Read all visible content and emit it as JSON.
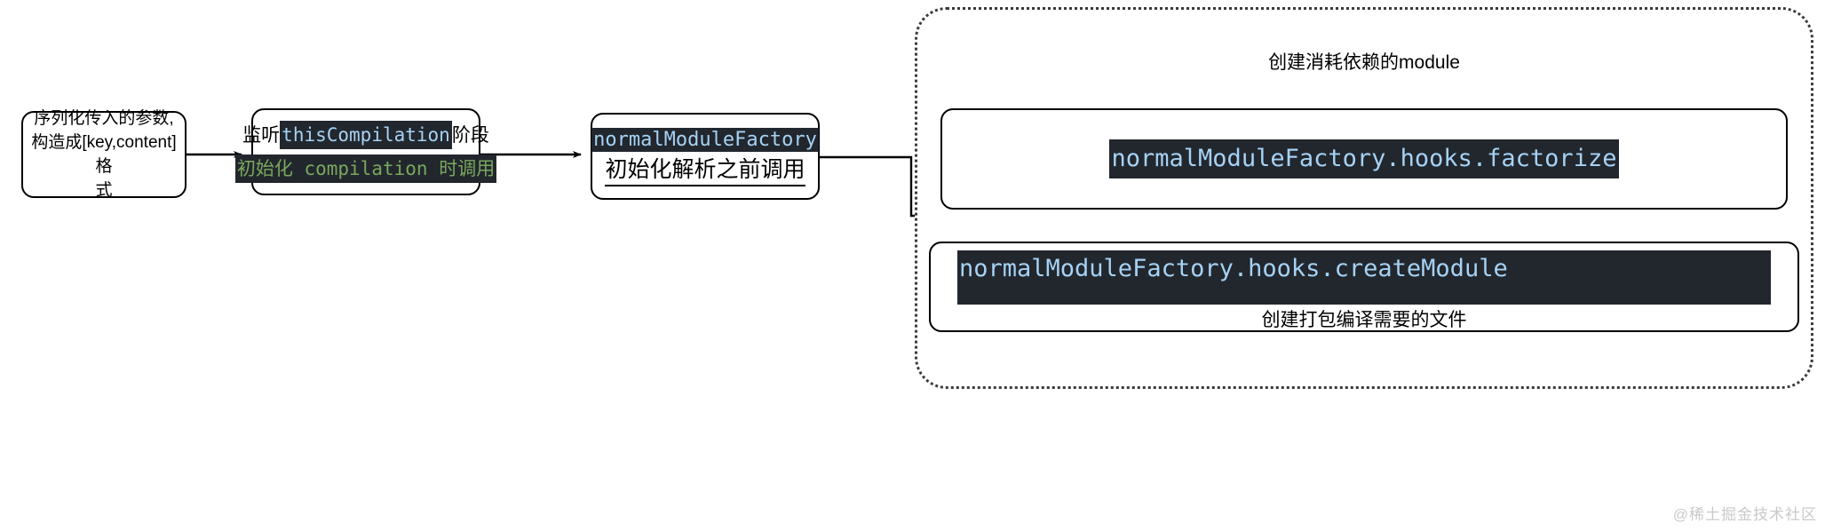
{
  "diagram": {
    "watermark": "@稀土掘金技术社区",
    "colors": {
      "background": "#ffffff",
      "stroke": "#000000",
      "code_background": "#22272e",
      "code_text": "#a6d2f4",
      "code_text_green": "#7aa85c",
      "group_border": "#3a3a3a",
      "watermark_text": "#c9c9c9"
    }
  },
  "nodes": {
    "serialize": {
      "text": "序列化传入的参数,\n构造成[key,content]格\n式"
    },
    "this_compilation": {
      "prefix_cn": "监听",
      "code": "thisCompilation",
      "suffix_cn": "阶段",
      "subtitle_code": "初始化 compilation 时调用"
    },
    "normal_module_factory": {
      "code": "normalModuleFactory",
      "caption": "初始化解析之前调用"
    },
    "factorize": {
      "code": "normalModuleFactory.hooks.factorize"
    },
    "create_module": {
      "code": "normalModuleFactory.hooks.createModule",
      "caption": "创建打包编译需要的文件"
    }
  },
  "group": {
    "title": "创建消耗依赖的module"
  }
}
